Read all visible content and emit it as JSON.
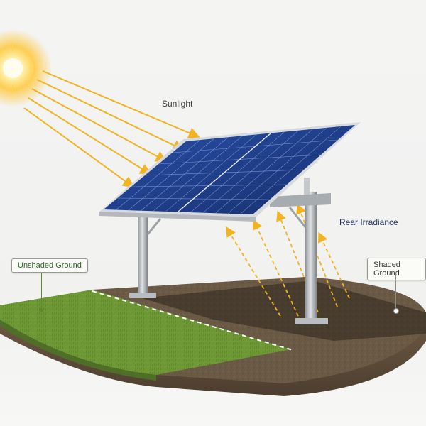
{
  "labels": {
    "sunlight": "Sunlight",
    "rear_irradiance": "Rear Irradiance",
    "unshaded_ground": "Unshaded Ground",
    "shaded_ground": "Shaded Ground"
  },
  "icons": {
    "sun": "sun-icon"
  },
  "colors": {
    "sunlight_text": "#3a3a3a",
    "rear_irradiance_text": "#23356b",
    "unshaded_ground_text": "#2f6a2a",
    "shaded_ground_text": "#3a3a3a",
    "sun_ray": "#f2b321",
    "panel": "#1f3e8a",
    "grass": "#6f9a36",
    "soil": "#6d5a44"
  }
}
